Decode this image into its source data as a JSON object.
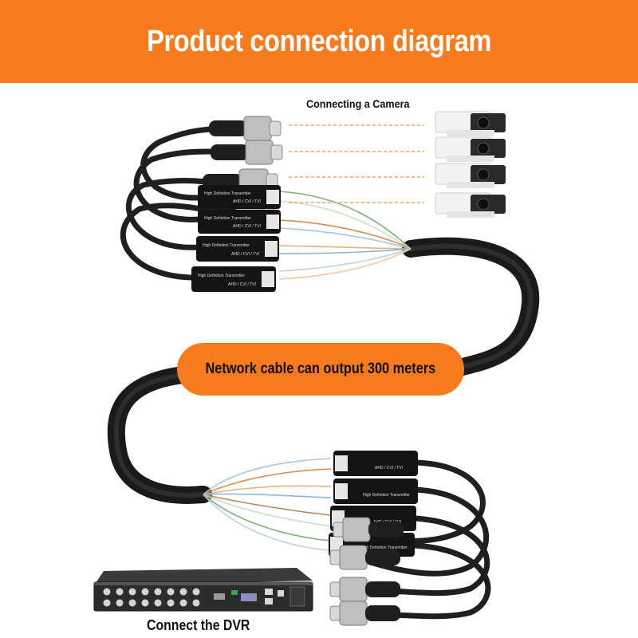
{
  "header": {
    "title": "Product connection diagram"
  },
  "camera_section": {
    "caption": "Connecting a Camera"
  },
  "cable_banner": {
    "text": "Network cable can output 300 meters"
  },
  "dvr_section": {
    "caption": "Connect the DVR"
  },
  "colors": {
    "accent": "#f77a1c",
    "cable": "#1a1a1a",
    "dashed_line": "#f5a25d"
  },
  "icons": [
    "camera-icon",
    "bnc-connector-icon",
    "balun-transceiver-icon",
    "dvr-recorder-icon"
  ]
}
